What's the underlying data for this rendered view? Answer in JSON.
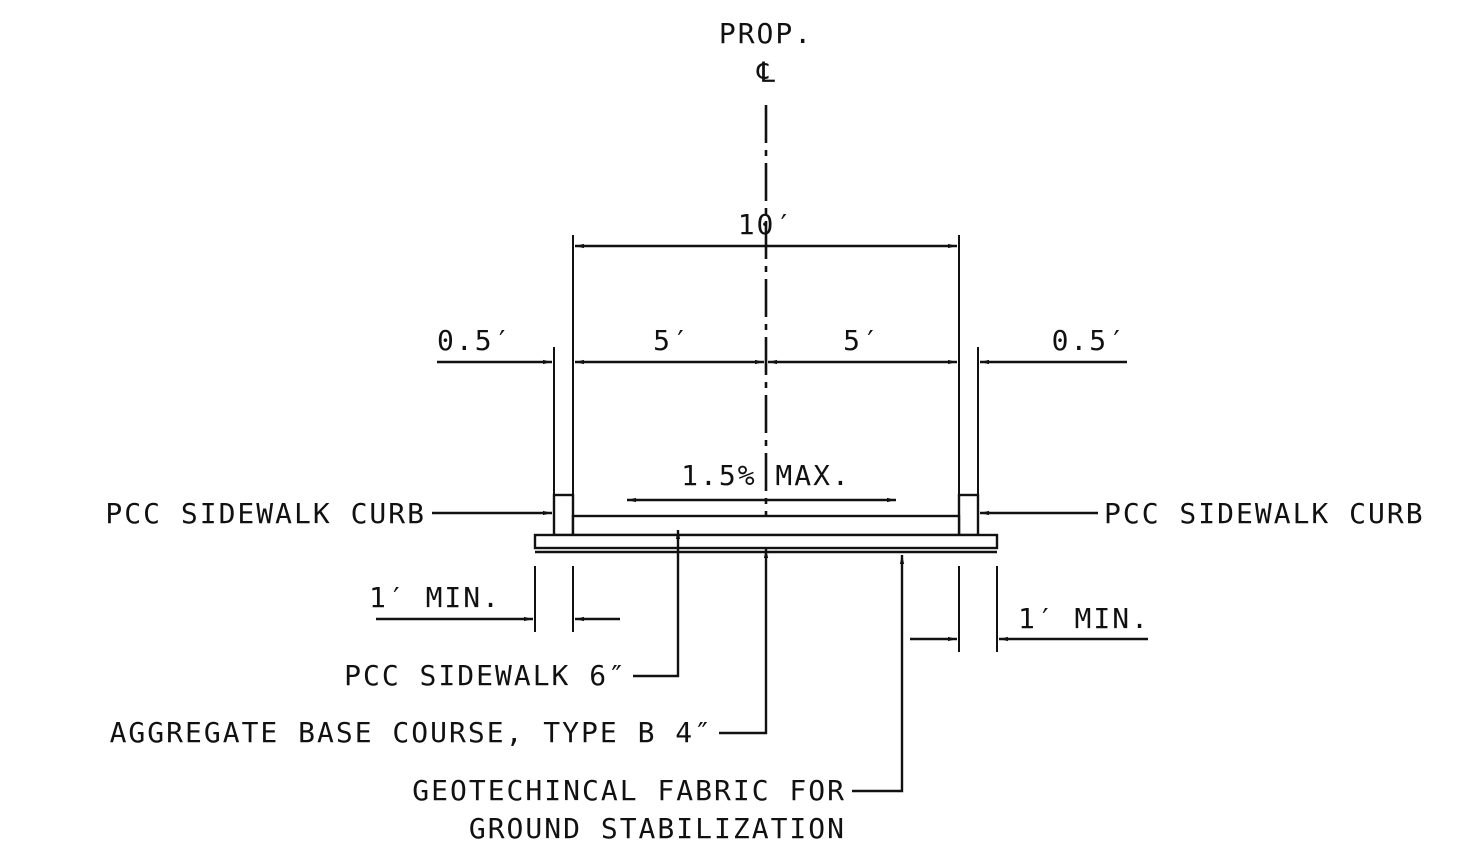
{
  "centerline": {
    "label": "PROP.",
    "symbol": "℄"
  },
  "dimensions": {
    "overall": "10′",
    "left_half": "5′",
    "right_half": "5′",
    "left_curb": "0.5′",
    "right_curb": "0.5′",
    "cross_slope": "1.5% MAX.",
    "left_offset": "1′ MIN.",
    "right_offset": "1′ MIN."
  },
  "callouts": {
    "curb_left": "PCC SIDEWALK CURB",
    "curb_right": "PCC SIDEWALK CURB",
    "sidewalk": "PCC SIDEWALK 6″",
    "base": "AGGREGATE BASE COURSE, TYPE B 4″",
    "fabric_line1": "GEOTECHINCAL FABRIC FOR",
    "fabric_line2": "GROUND STABILIZATION"
  },
  "colors": {
    "ink": "#111111",
    "paper": "#ffffff"
  }
}
